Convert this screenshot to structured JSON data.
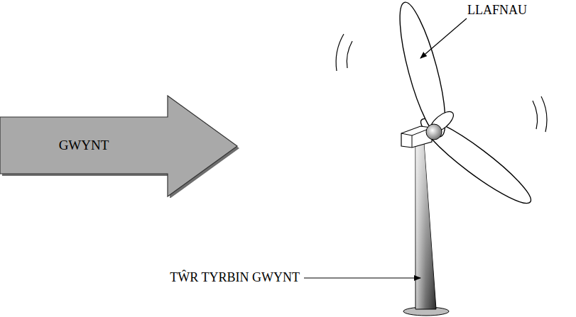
{
  "diagram": {
    "nodes": [
      {
        "text": [
          "GWYNT"
        ]
      }
    ],
    "labels": [
      "LLAFNAU",
      "TŴR TYRBIN GWYNT"
    ]
  }
}
